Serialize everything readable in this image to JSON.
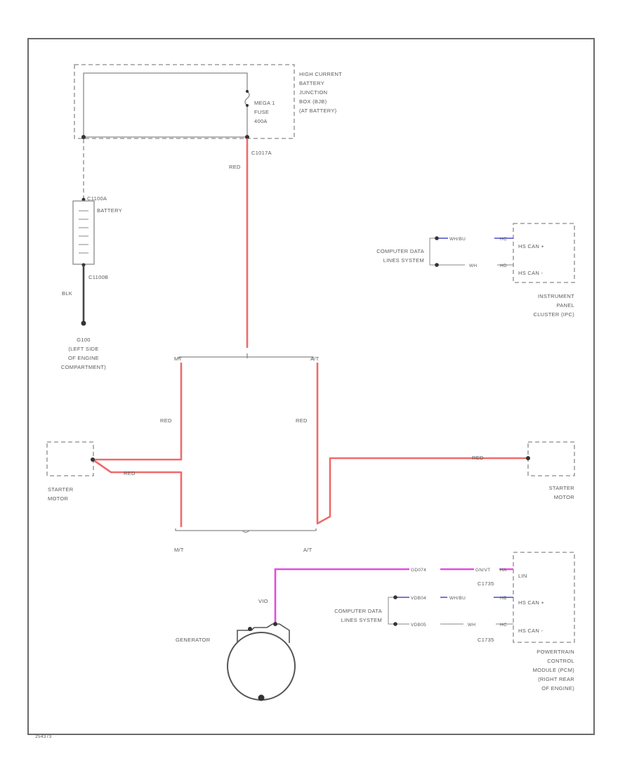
{
  "components": {
    "junction_box": [
      "HIGH CURRENT",
      "BATTERY",
      "JUNCTION",
      "BOX (BJB)",
      "(AT BATTERY)"
    ],
    "fuse": [
      "MEGA 1",
      "FUSE",
      "400A"
    ],
    "connector_c1017a": "C1017A",
    "battery_top_connector": "C1100A",
    "battery": "BATTERY",
    "battery_bottom_connector": "C1100B",
    "ground_point": [
      "G100",
      "(LEFT SIDE",
      "OF ENGINE",
      "COMPARTMENT)"
    ],
    "ipc_module": [
      "INSTRUMENT",
      "PANEL",
      "CLUSTER (IPC)"
    ],
    "ipc_pins": [
      "HS CAN +",
      "HS CAN -"
    ],
    "ipc_computer_data": [
      "COMPUTER DATA",
      "LINES SYSTEM"
    ],
    "starter_left": [
      "STARTER",
      "MOTOR"
    ],
    "starter_right": [
      "STARTER",
      "MOTOR"
    ],
    "generator": "GENERATOR",
    "pcm_module": [
      "POWERTRAIN",
      "CONTROL",
      "MODULE (PCM)",
      "(RIGHT REAR",
      "OF ENGINE)"
    ],
    "pcm_pins": [
      "LIN",
      "HS CAN +",
      "HS CAN -"
    ],
    "pcm_computer_data": [
      "COMPUTER DATA",
      "LINES SYSTEM"
    ],
    "pcm_connector_top": "C1735",
    "pcm_connector_bottom": "C1735"
  },
  "labels": {
    "mt_top": "MT",
    "at_top": "A/T",
    "mt_bottom": "M/T",
    "at_bottom": "A/T",
    "wire_red": "RED",
    "wire_blk": "BLK",
    "wire_wh_bu": "WH/BU",
    "wire_wh": "WH",
    "wire_gn_vt": "GN/VT",
    "wire_vio": "VIO",
    "circuit_lin": "GD074",
    "circuit_can_plus": "VDB04",
    "circuit_can_minus": "VDB05",
    "pin_hc": "HC",
    "pin_hd": "HD",
    "pin_ha": "HA",
    "pin_hb": "HB",
    "pin_hc2": "HC",
    "diagram_id": "254373"
  }
}
